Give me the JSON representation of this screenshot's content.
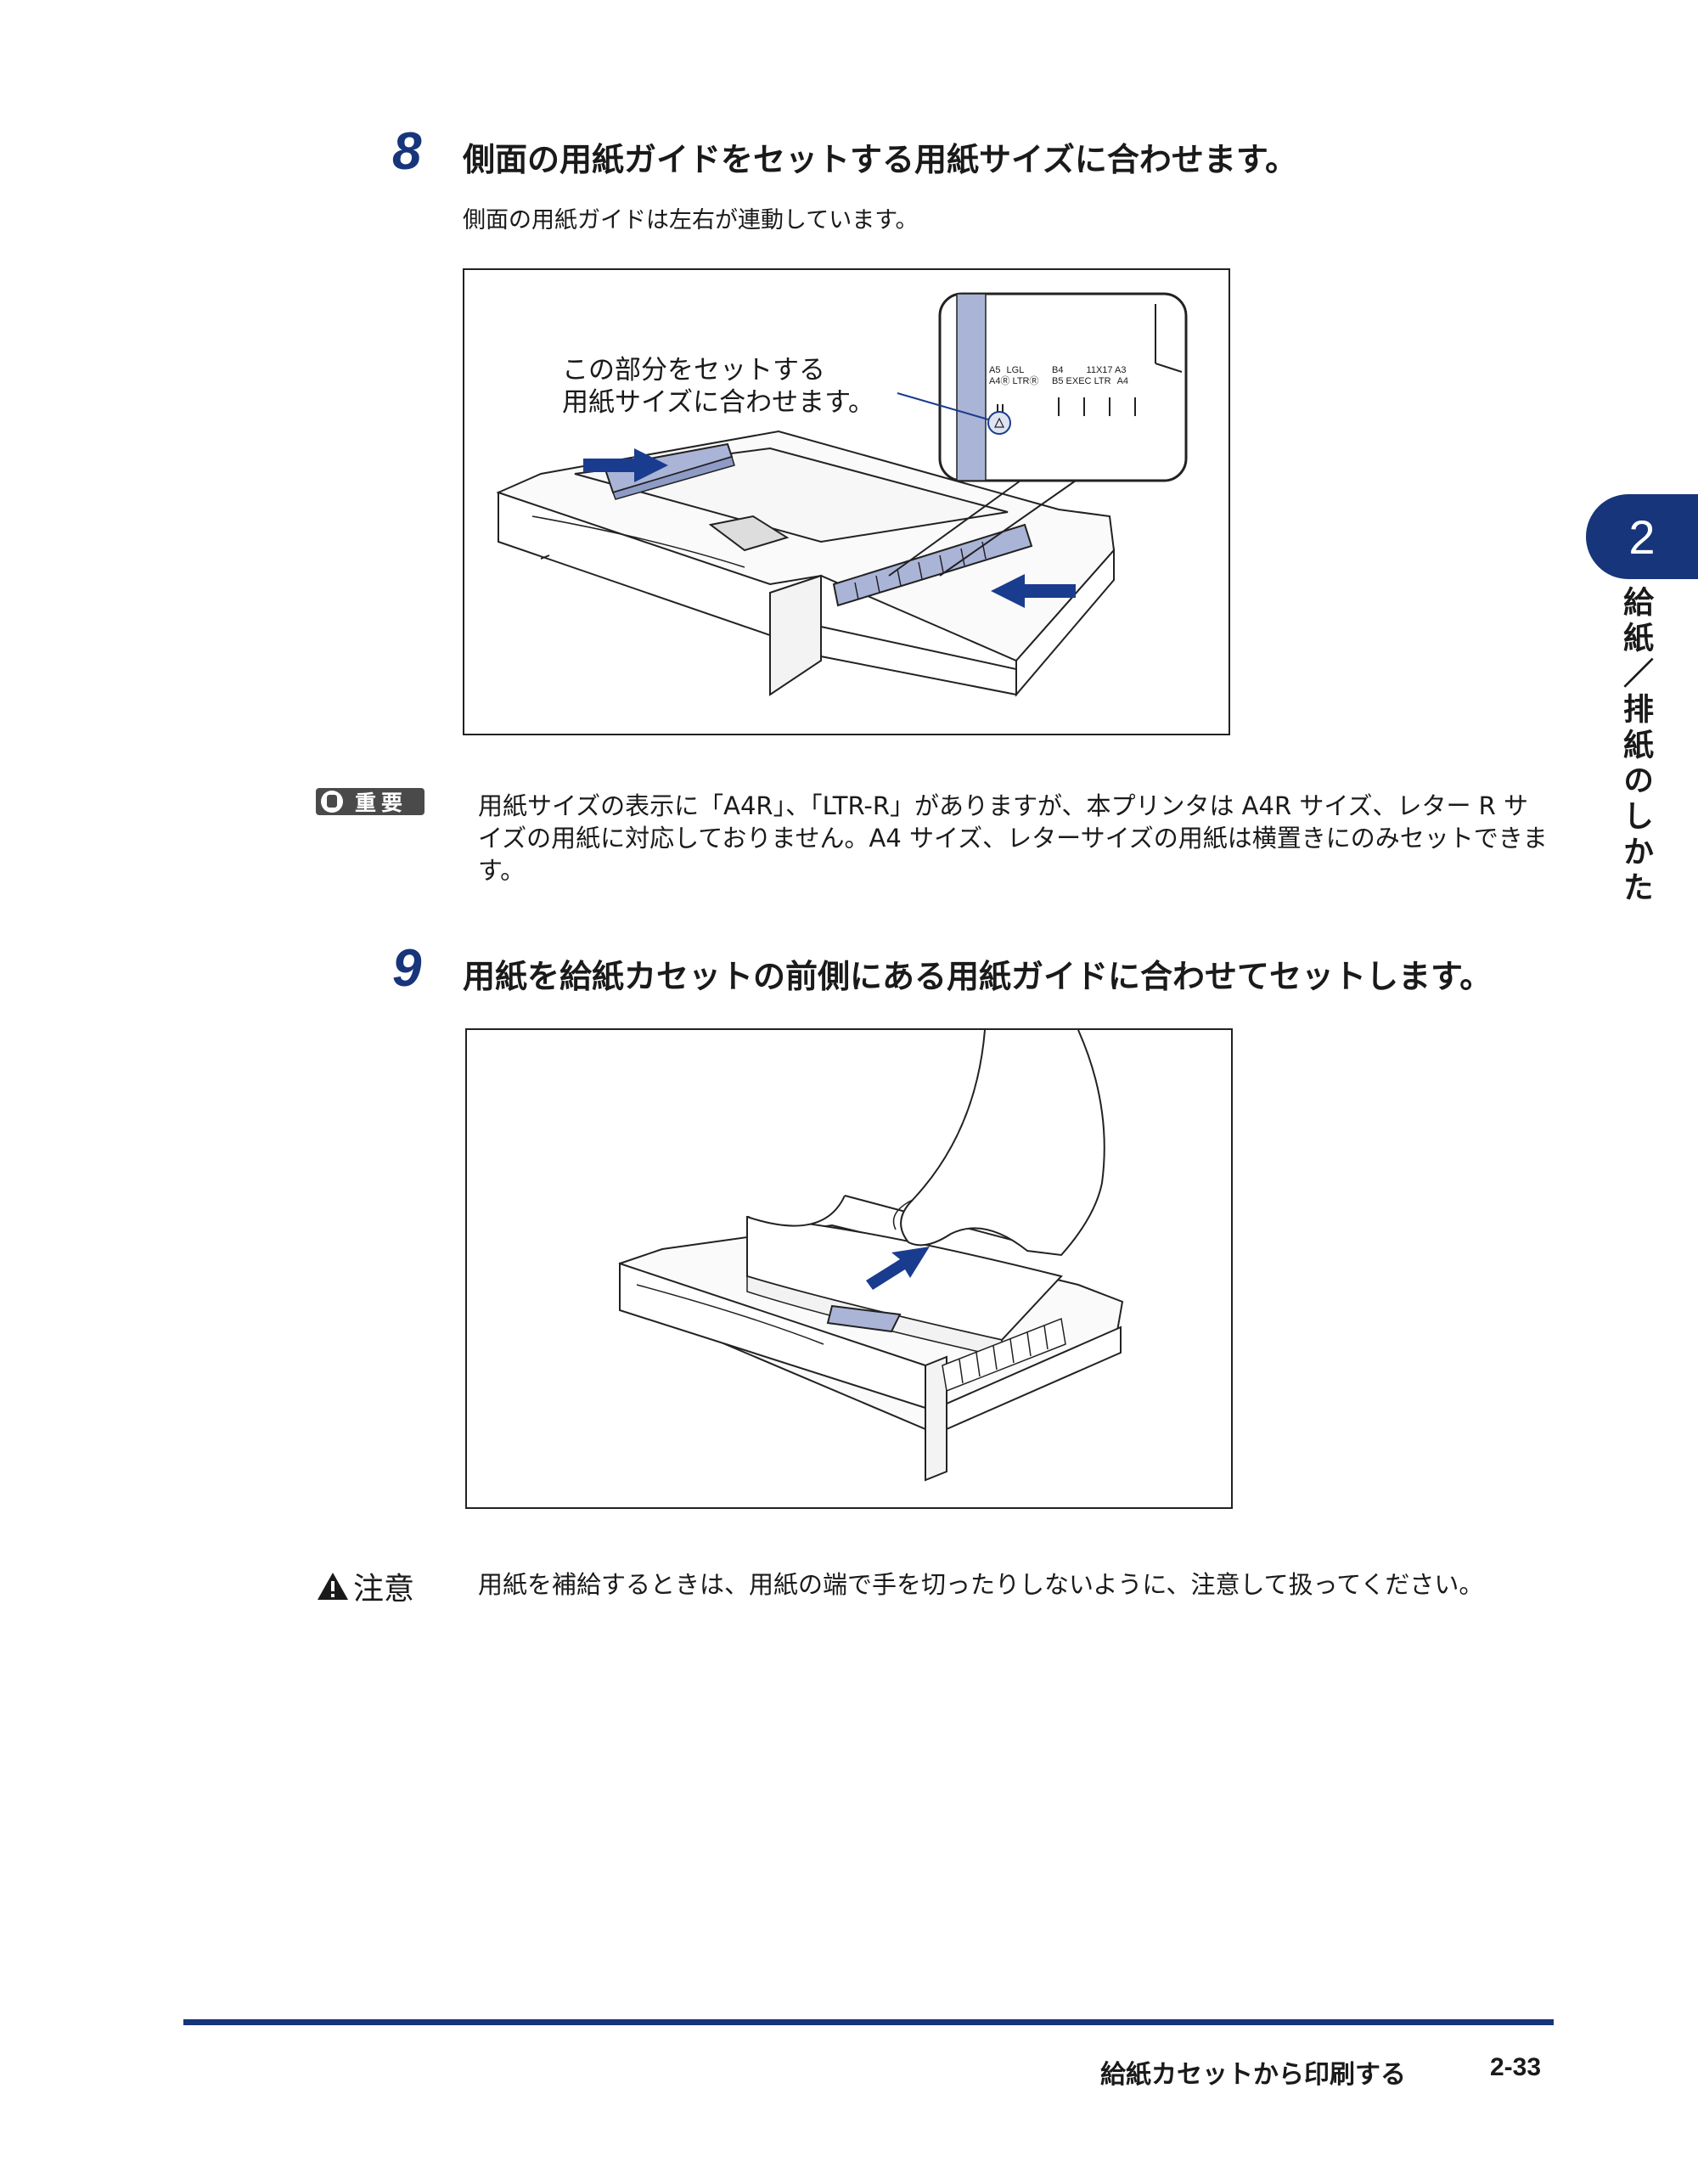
{
  "steps": [
    {
      "number": "8",
      "title": "側面の用紙ガイドをセットする用紙サイズに合わせます。",
      "subtitle": "側面の用紙ガイドは左右が連動しています。"
    },
    {
      "number": "9",
      "title": "用紙を給紙カセットの前側にある用紙ガイドに合わせてセットします。"
    }
  ],
  "figure1": {
    "callout_line1": "この部分をセットする",
    "callout_line2": "用紙サイズに合わせます。",
    "scale_labels": {
      "col1_top": "A5",
      "col1_bot": "A4Ⓡ",
      "col2_top": "LGL",
      "col2_bot": "LTRⓇ",
      "col3_top": "B4",
      "col3_bot": "B5",
      "col4_bot": "EXEC",
      "col5_top": "11X17",
      "col5_bot": "LTR",
      "col6_top": "A3",
      "col6_bot": "A4"
    }
  },
  "important": {
    "label": "重要",
    "text": "用紙サイズの表示に「A4R」、「LTR-R」がありますが、本プリンタは A4R サイズ、レター R サイズの用紙に対応しておりません。A4 サイズ、レターサイズの用紙は横置きにのみセットできます。"
  },
  "caution": {
    "label": "注意",
    "text": "用紙を補給するときは、用紙の端で手を切ったりしないように、注意して扱ってください。"
  },
  "chapter_tab": {
    "number": "2",
    "title": "給紙／排紙のしかた"
  },
  "footer": {
    "section": "給紙カセットから印刷する",
    "page": "2-33"
  },
  "colors": {
    "accent": "#17357a",
    "guide_fill": "#aab4d6",
    "arrow": "#1a3c8f"
  }
}
